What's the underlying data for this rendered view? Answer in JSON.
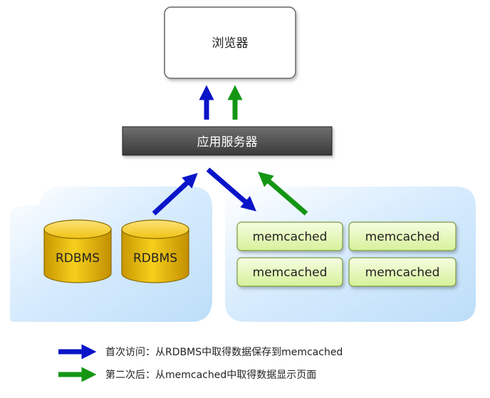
{
  "browser": {
    "label": "浏览器"
  },
  "app_server": {
    "label": "应用服务器"
  },
  "databases": [
    {
      "label": "RDBMS"
    },
    {
      "label": "RDBMS"
    }
  ],
  "memcached": [
    {
      "label": "memcached"
    },
    {
      "label": "memcached"
    },
    {
      "label": "memcached"
    },
    {
      "label": "memcached"
    }
  ],
  "legend": {
    "first_visit": "首次访问：从RDBMS中取得数据保存到memcached",
    "second_visit": "第二次后：从memcached中取得数据显示页面"
  },
  "colors": {
    "first_visit_arrow": "#0a14c8",
    "second_visit_arrow": "#149614",
    "server_fill": "#4a4a4a",
    "db_fill": "#e6b400",
    "memcached_fill": "#e4f7b8",
    "panel_fill": "#cfe6fb"
  }
}
